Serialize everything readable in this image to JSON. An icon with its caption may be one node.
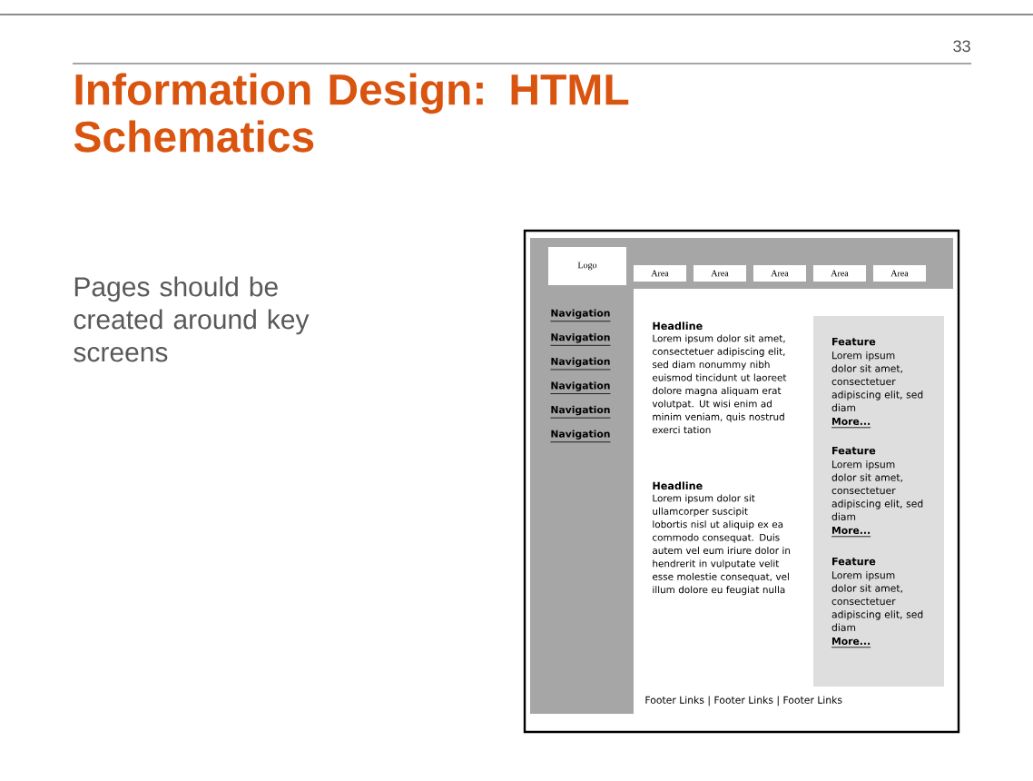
{
  "diagram": {
    "title": "Information Design: HTML Schematics",
    "nodes": [
      {
        "text": [],
        "shape": "box"
      },
      {
        "text": [],
        "shape": "bar",
        "in": 0
      },
      {
        "text": [
          "Logo"
        ],
        "in": 1
      },
      {
        "text": [
          "Area"
        ],
        "in": 1
      },
      {
        "text": [
          "Area"
        ],
        "in": 1
      },
      {
        "text": [
          "Area"
        ],
        "in": 1
      },
      {
        "text": [
          "Area"
        ],
        "in": 1
      },
      {
        "text": [
          "Area"
        ],
        "in": 1
      },
      {
        "text": [
          "Navigation",
          "Navigation",
          "Navigation",
          "Navigation",
          "Navigation",
          "Navigation"
        ],
        "in": 0
      },
      {
        "text": [
          "Feature",
          "Lorem ipsum dolor sit amet, consectetuer adipiscing elit, sed diam",
          "More...",
          "Feature",
          "Lorem ipsum dolor sit amet, consectetuer adipiscing elit, sed diam",
          "More...",
          "Feature",
          "Lorem ipsum dolor sit amet, consectetuer adipiscing elit, sed diam",
          "More..."
        ],
        "in": 0
      }
    ],
    "labels": [
      "33",
      "Pages should be created around key screens",
      "Headline",
      "Lorem ipsum dolor sit amet, consectetuer adipiscing elit, sed diam nonummy nibh euismod tincidunt ut laoreet dolore magna aliquam erat volutpat. Ut wisi enim ad minim veniam, quis nostrud exerci tation",
      "Headline",
      "Lorem ipsum dolor sit ullamcorper suscipit lobortis nisl ut aliquip ex ea commodo consequat. Duis autem vel eum iriure dolor in hendrerit in vulputate velit esse molestie consequat, vel illum dolore eu feugiat nulla",
      "Footer Links | Footer Links | Footer Links"
    ]
  }
}
